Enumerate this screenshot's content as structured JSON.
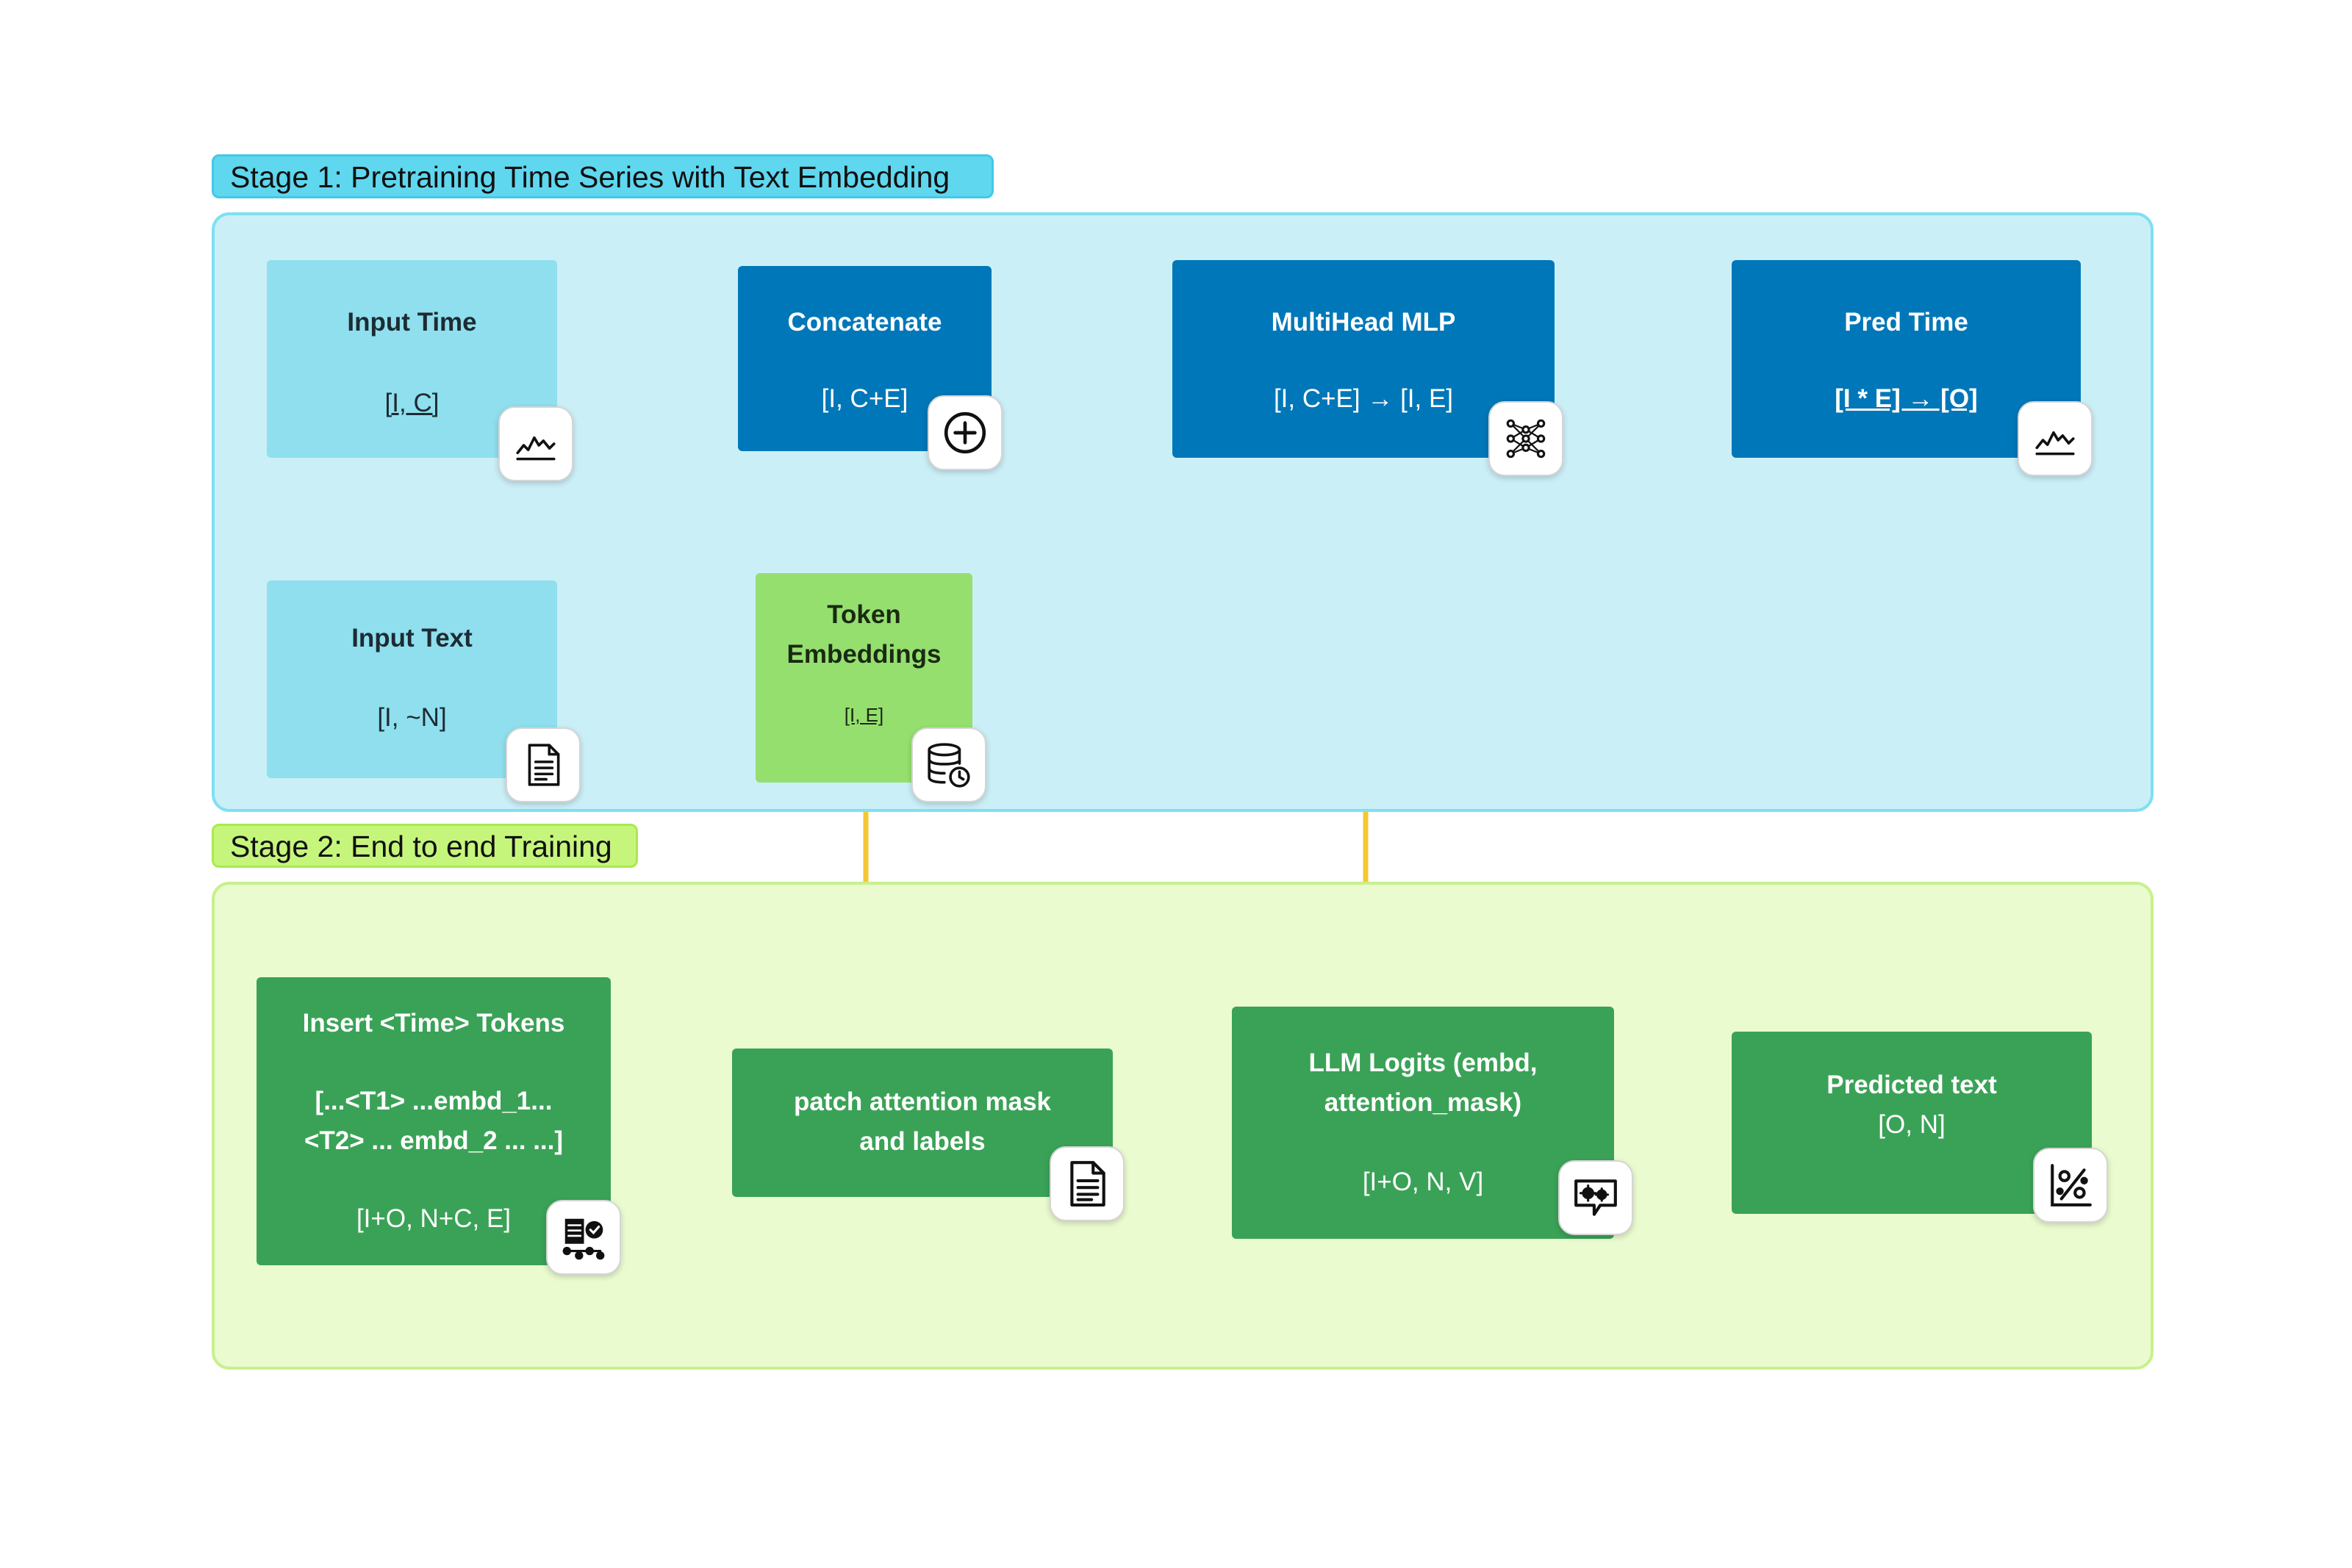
{
  "stage1": {
    "label": "Stage 1: Pretraining Time Series with Text Embedding"
  },
  "stage2": {
    "label": "Stage 2: End to end Training"
  },
  "nodes": {
    "input_time": {
      "title": "Input Time",
      "shape": "[I, C]",
      "icon": "line-chart-icon"
    },
    "concatenate": {
      "title": "Concatenate",
      "shape": "[I, C+E]",
      "icon": "plus-circle-icon"
    },
    "multihead_mlp": {
      "title": "MultiHead MLP",
      "shape": "[I, C+E] → [I, E]",
      "icon": "neural-network-icon"
    },
    "pred_time": {
      "title": "Pred Time",
      "shape": "[I * E] → [O]",
      "icon": "line-chart-icon"
    },
    "input_text": {
      "title": "Input Text",
      "shape": "[I, ~N]",
      "icon": "document-icon"
    },
    "token_embeddings": {
      "title_line1": "Token",
      "title_line2": "Embeddings",
      "shape": "[I, E]",
      "icon": "database-clock-icon"
    },
    "insert_time_tokens": {
      "title": "Insert <Time> Tokens",
      "line1": "[...<T1> ...embd_1...",
      "line2": "<T2> ... embd_2 ... ...]",
      "shape": "[I+O, N+C, E]",
      "icon": "document-pipeline-icon"
    },
    "patch_attention": {
      "line1": "patch attention mask",
      "line2": "and labels",
      "icon": "document-icon"
    },
    "llm_logits": {
      "line1": "LLM Logits (embd,",
      "line2": "attention_mask)",
      "shape": "[I+O, N, V]",
      "icon": "chat-gears-icon"
    },
    "predicted_text": {
      "title": "Predicted text",
      "shape": "[O, N]",
      "icon": "percent-chart-icon"
    }
  },
  "colors": {
    "stage1_fill": "#cbeff7",
    "stage1_border": "#7ee0f2",
    "stage1_label": "#5fd7ef",
    "stage2_fill": "#eafbcf",
    "stage2_border": "#c9f08c",
    "stage2_label": "#c6f57c",
    "light_box": "#8fdfee",
    "blue_box": "#0077b8",
    "lime_box": "#95df6f",
    "green_box": "#3aa257",
    "arrow_gray": "#b3b3b3",
    "arrow_yellow": "#f5c730"
  }
}
